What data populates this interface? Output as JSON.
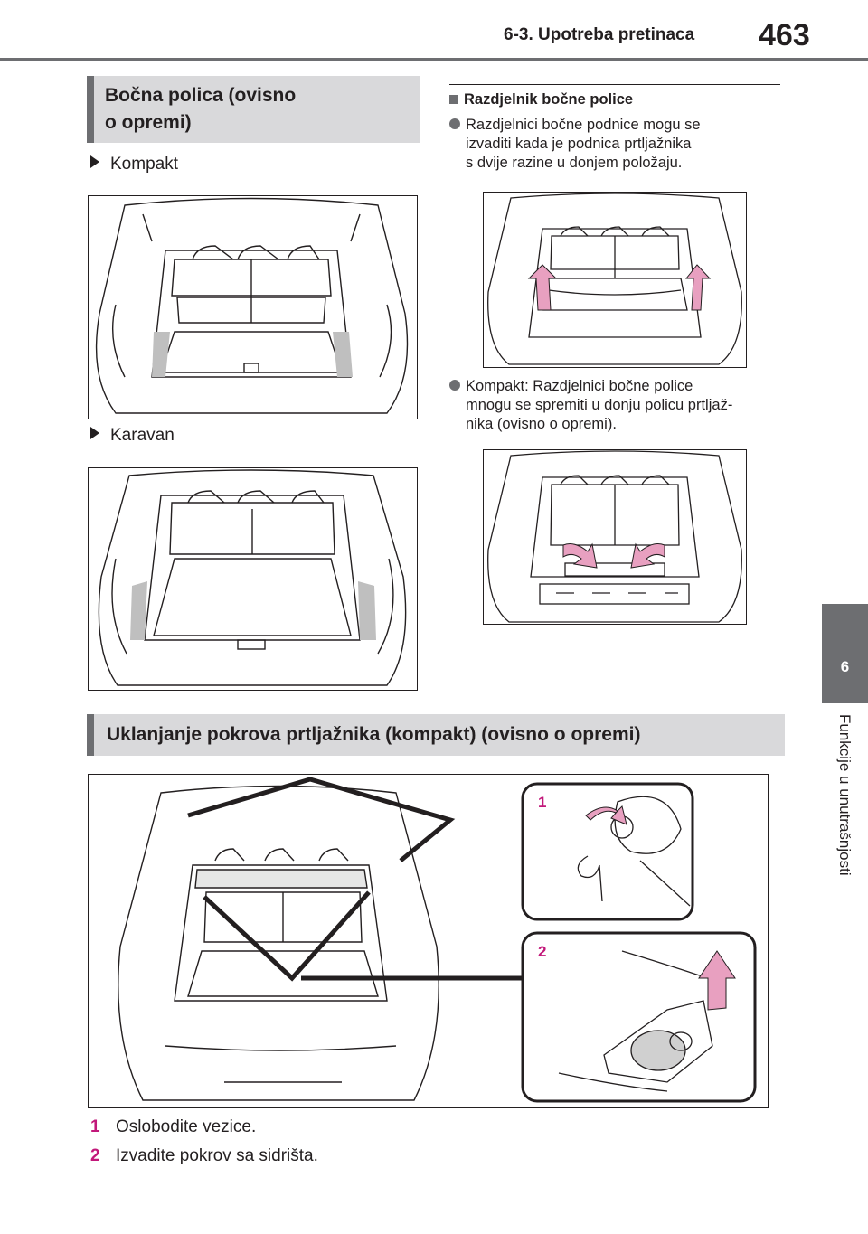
{
  "header": {
    "title": "6-3. Upotreba pretinaca",
    "page_number": "463"
  },
  "side_tab": {
    "chapter_number": "6",
    "chapter_title": "Funkcije u unutrašnjosti"
  },
  "section1": {
    "heading_line1": "Bočna polica (ovisno",
    "heading_line2": "o opremi)",
    "variant_compact": "Kompakt",
    "variant_estate": "Karavan"
  },
  "right_column": {
    "subheading": "Razdjelnik bočne police",
    "bullet1_lines": [
      "Razdjelnici bočne podnice mogu se",
      "izvaditi kada je podnica prtljažnika",
      "s dvije razine u donjem položaju."
    ],
    "bullet2_lines": [
      "Kompakt: Razdjelnici bočne police",
      "mnogu se spremiti u donju policu prtljaž-",
      "nika (ovisno o opremi)."
    ]
  },
  "section2": {
    "heading": "Uklanjanje pokrova prtljažnika (kompakt) (ovisno o opremi)",
    "figure_labels": [
      "1",
      "2"
    ],
    "steps": [
      {
        "num": "1",
        "text": "Oslobodite vezice."
      },
      {
        "num": "2",
        "text": "Izvadite pokrov sa sidrišta."
      }
    ]
  },
  "colors": {
    "accent": "#c2187a",
    "tab_gray": "#6d6e71",
    "heading_bg": "#d9d9db",
    "arrow_pink": "#e8a0c0"
  }
}
